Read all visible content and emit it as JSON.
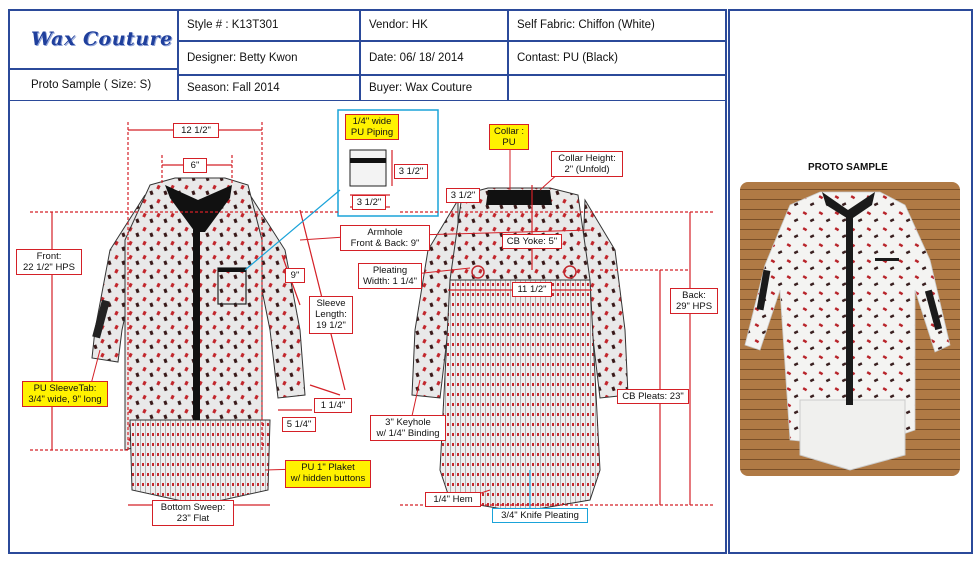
{
  "header": {
    "brand": "Wax Couture",
    "proto_sample": "Proto Sample ( Size: S)",
    "style": "Style # : K13T301",
    "designer": "Designer: Betty Kwon",
    "season": "Season: Fall 2014",
    "vendor": "Vendor: HK",
    "date": "Date:  06/ 18/ 2014",
    "buyer": "Buyer: Wax Couture",
    "self_fabric": "Self Fabric: Chiffon (White)",
    "contrast": "Contast: PU (Black)",
    "extra": ""
  },
  "front_callouts": {
    "width_top": "12 1/2\"",
    "neck": "6\"",
    "front_length": "Front:\n22 1/2\" HPS",
    "armhole_9": "9\"",
    "sleeve_length": "Sleeve\nLength:\n19 1/2\"",
    "cuff": "1 1/4\"",
    "cuff_width": "5 1/4\"",
    "sleeve_tab": "PU SleeveTab:\n3/4\" wide, 9\" long",
    "placket": "PU 1\"  Plaket\nw/ hidden buttons",
    "bottom_sweep": "Bottom Sweep:\n23\" Flat"
  },
  "piping": {
    "title": "1/4\" wide\nPU Piping",
    "dim_side": "3 1/2\"",
    "dim_bottom": "3 1/2\""
  },
  "back_callouts": {
    "collar": "Collar :\nPU",
    "collar_height": "Collar Height:\n2\" (Unfold)",
    "shoulder": "3 1/2\"",
    "armhole": "Armhole\nFront & Back: 9\"",
    "cb_yoke": "CB Yoke: 5\"",
    "pleating_width": "Pleating\nWidth: 1 1/4\"",
    "width_back": "11 1/2\"",
    "back_length": "Back:\n29\" HPS",
    "cb_pleats": "CB Pleats: 23\"",
    "keyhole": "3\" Keyhole\nw/ 1/4\" Binding",
    "hem": "1/4\" Hem",
    "knife_pleating": "3/4\" Knife Pleating"
  },
  "photo": {
    "title": "PROTO SAMPLE"
  },
  "colors": {
    "frame": "#2b4a9a",
    "callout_border": "#d42027",
    "highlight": "#fff200",
    "blue_callout": "#1aa3d9"
  }
}
